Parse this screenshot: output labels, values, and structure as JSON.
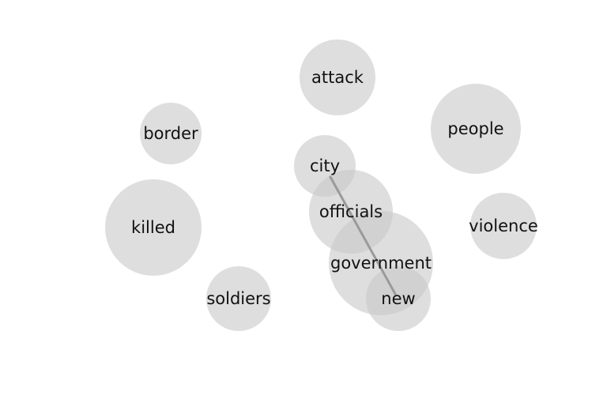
{
  "colors": {
    "background": "#ffffff",
    "bubble": "#c8c8c8",
    "link": "#9a9a9a",
    "text": "#111111"
  },
  "nodes": [
    {
      "id": "attack",
      "label": "attack"
    },
    {
      "id": "border",
      "label": "border"
    },
    {
      "id": "people",
      "label": "people"
    },
    {
      "id": "city",
      "label": "city"
    },
    {
      "id": "officials",
      "label": "officials"
    },
    {
      "id": "killed",
      "label": "killed"
    },
    {
      "id": "violence",
      "label": "violence"
    },
    {
      "id": "government",
      "label": "government"
    },
    {
      "id": "soldiers",
      "label": "soldiers"
    },
    {
      "id": "new",
      "label": "new"
    }
  ],
  "links": [
    {
      "from": "city",
      "to": "new"
    }
  ]
}
